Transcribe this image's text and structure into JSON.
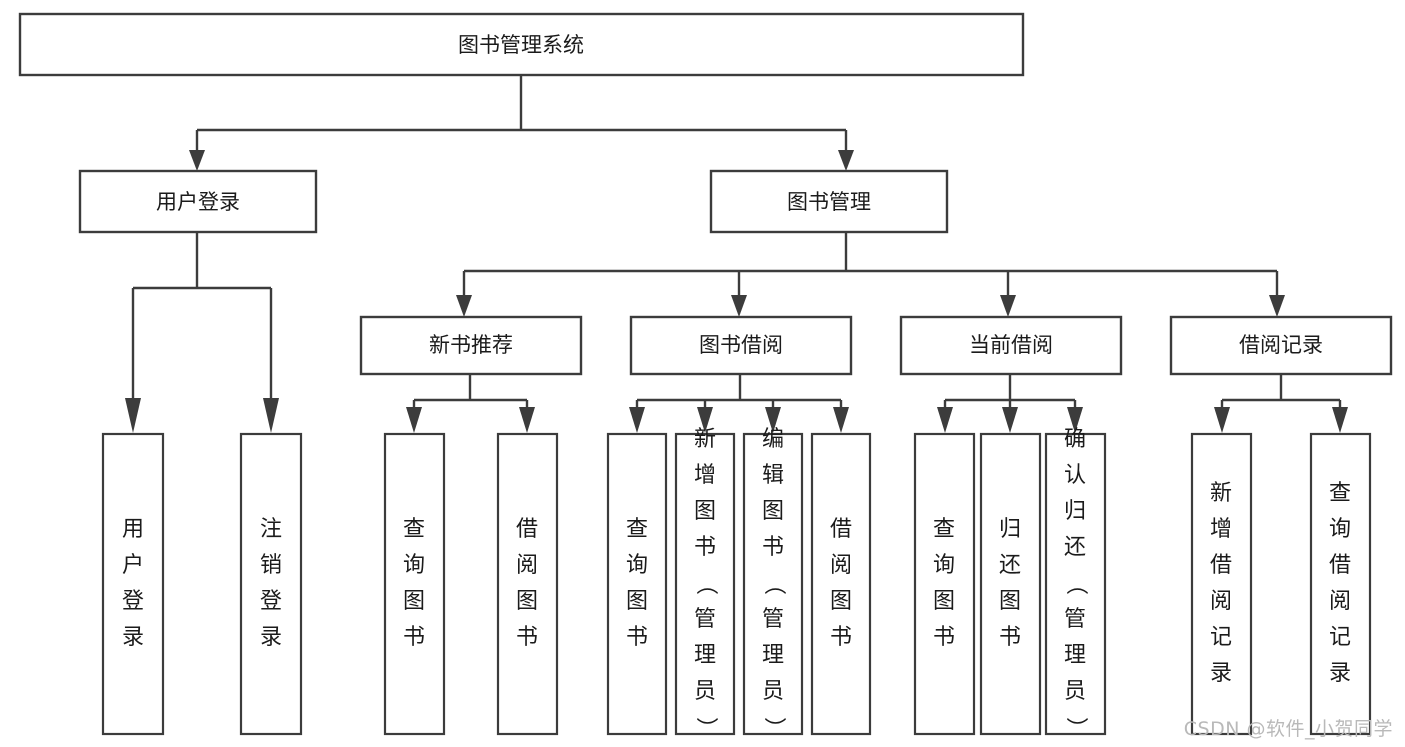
{
  "diagram": {
    "title": "图书管理系统",
    "type": "tree-hierarchy",
    "watermark": "CSDN @软件_小贺同学",
    "colors": {
      "box_stroke": "#3c3c3c",
      "box_fill": "#ffffff",
      "text": "#1b1b1b",
      "connector": "#3c3c3c",
      "watermark": "#b9b9b9",
      "background": "#ffffff"
    },
    "root": {
      "id": "root",
      "label": "图书管理系统"
    },
    "level2": [
      {
        "id": "user-login",
        "label": "用户登录"
      },
      {
        "id": "book-manage",
        "label": "图书管理"
      }
    ],
    "level3": [
      {
        "id": "new-book-recommend",
        "label": "新书推荐",
        "parent": "book-manage"
      },
      {
        "id": "book-borrow",
        "label": "图书借阅",
        "parent": "book-manage"
      },
      {
        "id": "current-borrow",
        "label": "当前借阅",
        "parent": "book-manage"
      },
      {
        "id": "borrow-record",
        "label": "借阅记录",
        "parent": "book-manage"
      }
    ],
    "leaves": {
      "user-login": [
        {
          "id": "leaf-user-login",
          "label": "用户登录"
        },
        {
          "id": "leaf-user-logout",
          "label": "注销登录"
        }
      ],
      "new-book-recommend": [
        {
          "id": "leaf-query-book-1",
          "label": "查询图书"
        },
        {
          "id": "leaf-borrow-book-1",
          "label": "借阅图书"
        }
      ],
      "book-borrow": [
        {
          "id": "leaf-query-book-2",
          "label": "查询图书"
        },
        {
          "id": "leaf-add-book",
          "label": "新增图书（管理员）"
        },
        {
          "id": "leaf-edit-book",
          "label": "编辑图书（管理员）"
        },
        {
          "id": "leaf-borrow-book-2",
          "label": "借阅图书"
        }
      ],
      "current-borrow": [
        {
          "id": "leaf-query-book-3",
          "label": "查询图书"
        },
        {
          "id": "leaf-return-book",
          "label": "归还图书"
        },
        {
          "id": "leaf-confirm-return",
          "label": "确认归还（管理员）"
        }
      ],
      "borrow-record": [
        {
          "id": "leaf-add-record",
          "label": "新增借阅记录"
        },
        {
          "id": "leaf-query-record",
          "label": "查询借阅记录"
        }
      ]
    }
  }
}
